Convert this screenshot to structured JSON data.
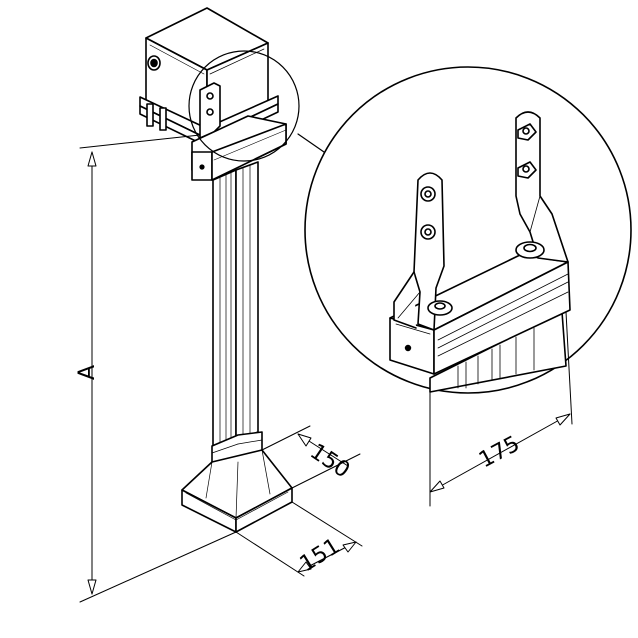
{
  "drawing": {
    "dimensions": {
      "height_label": "A",
      "width_150": "150",
      "depth_151": "151",
      "bracket_175": "175"
    },
    "colors": {
      "line": "#000000",
      "background": "#ffffff"
    }
  }
}
